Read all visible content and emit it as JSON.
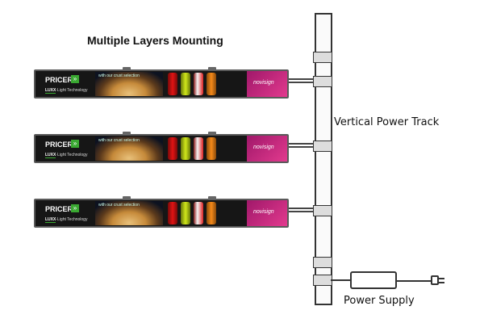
{
  "title": "Multiple Layers Mounting",
  "labels": {
    "track": "Vertical Power Track",
    "power_supply": "Power Supply"
  },
  "display": {
    "brand_left": "PRICER",
    "brand_left_arrow": "»",
    "tagline_strong": "LUXX",
    "tagline_rest": "Light Technology",
    "pizza_text": "with our crust selection",
    "brand_right": "novisign"
  },
  "colors": {
    "accent_green": "#3aa832",
    "brand_magenta": "#c2207a",
    "screen_bg": "#161616"
  }
}
